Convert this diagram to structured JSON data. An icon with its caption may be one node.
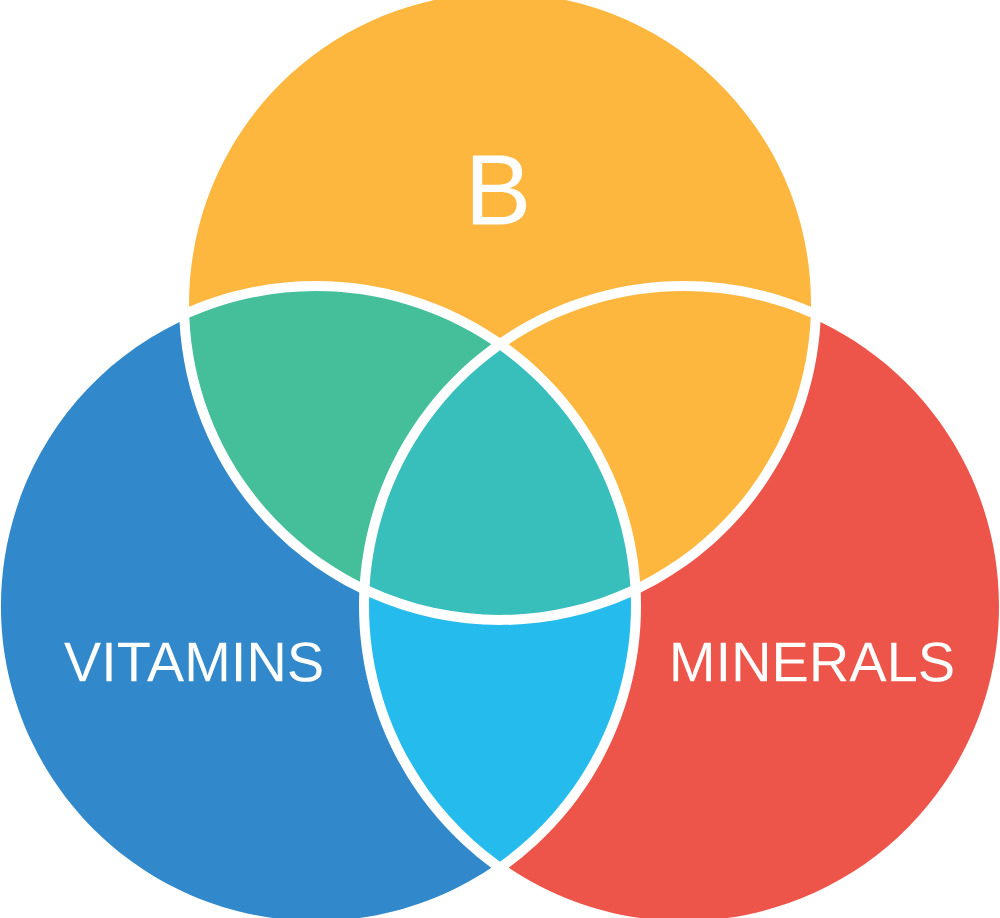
{
  "diagram": {
    "nodes": [
      {
        "text": [
          "B"
        ]
      },
      {
        "text": [
          "VITAMINS"
        ]
      },
      {
        "text": [
          "MINERALS"
        ]
      },
      {
        "text": [],
        "shape": "lens"
      },
      {
        "text": [],
        "shape": "lens"
      },
      {
        "text": [],
        "shape": "triangle"
      },
      {
        "text": [],
        "shape": "lens"
      }
    ]
  }
}
